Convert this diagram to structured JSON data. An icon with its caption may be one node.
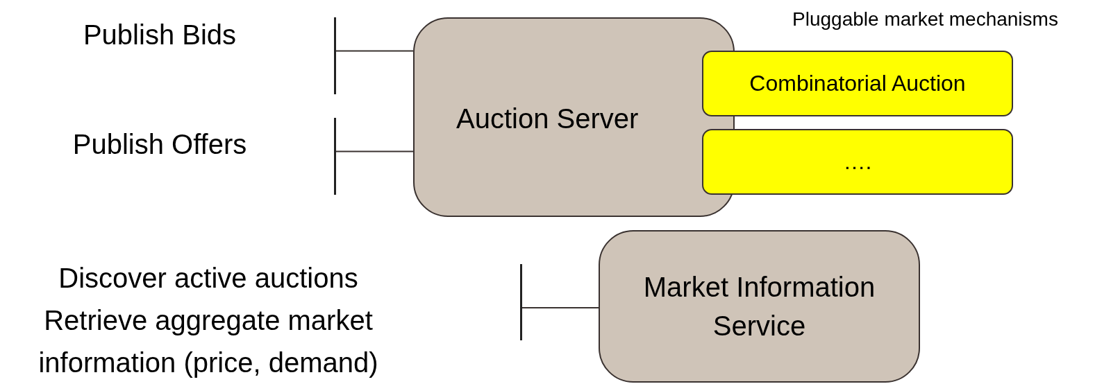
{
  "diagram": {
    "nodes": [
      {
        "text": [
          "Auction Server"
        ]
      },
      {
        "text": [
          "Combinatorial Auction"
        ]
      },
      {
        "text": [
          "…."
        ]
      },
      {
        "text": [
          "Market Information Service"
        ]
      },
      {
        "text": [],
        "shape": "bar",
        "beside": [
          "Publish Bids"
        ]
      },
      {
        "text": [],
        "shape": "bar",
        "beside": [
          "Publish Offers"
        ]
      },
      {
        "text": [],
        "shape": "bar"
      }
    ],
    "edges": [
      {
        "from": 0,
        "to": 4,
        "arrow": "none"
      },
      {
        "from": 0,
        "to": 5,
        "arrow": "none"
      },
      {
        "from": 3,
        "to": 6,
        "arrow": "none"
      }
    ],
    "labels": [
      "Pluggable market mechanisms",
      "Discover active auctions Retrieve aggregate market information (price, demand)"
    ]
  }
}
